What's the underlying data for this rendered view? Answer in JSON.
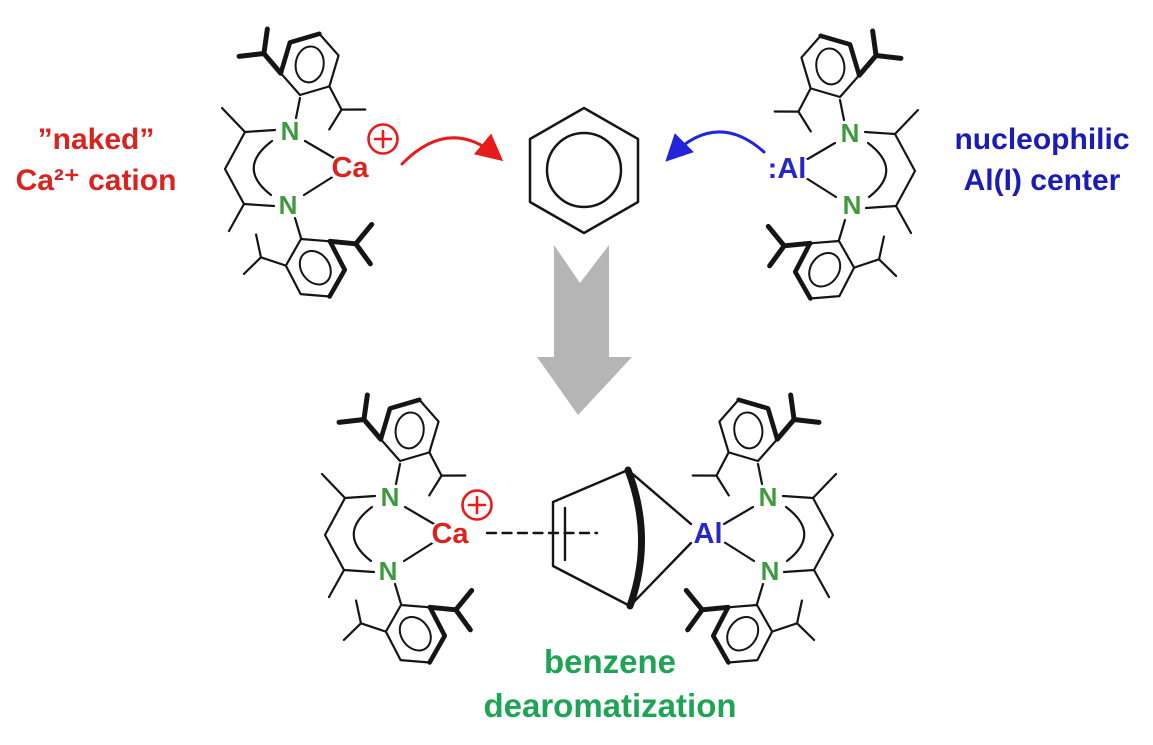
{
  "colors": {
    "red_text": "#d8231f",
    "red_arrow": "#e81a1a",
    "blue_text": "#1b1cb5",
    "blue_atom": "#2727c8",
    "blue_arrow": "#2424da",
    "green_atom": "#3d9b3d",
    "green_text": "#1fa456",
    "structure": "#151515",
    "gray_arrow": "#b5b5b5"
  },
  "labels": {
    "left_line1": "”naked”",
    "left_line2": "Ca²⁺ cation",
    "right_line1": "nucleophilic",
    "right_line2": "Al(I) center",
    "bottom_line1": "benzene",
    "bottom_line2": "dearomatization"
  },
  "atoms": {
    "nitrogen": "N",
    "calcium": "Ca",
    "aluminum": "Al",
    "aluminum_lone_pair": ":Al"
  }
}
